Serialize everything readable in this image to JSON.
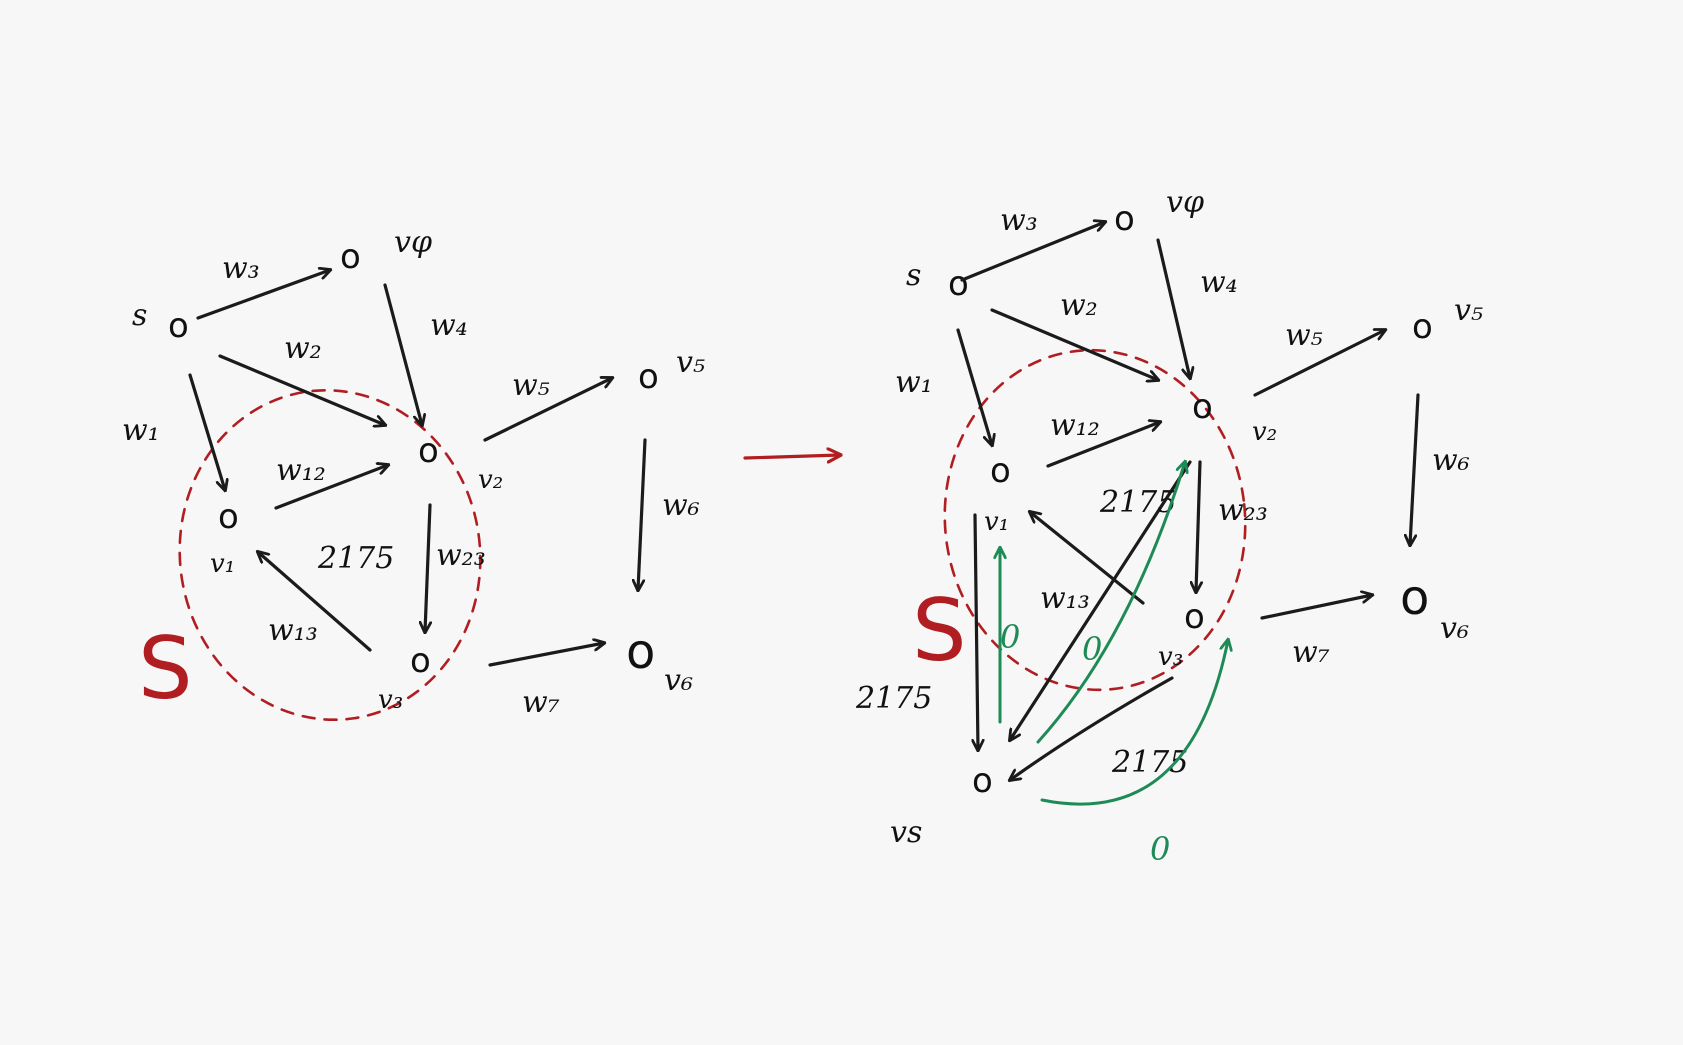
{
  "left": {
    "source": "s",
    "v1": "v₁",
    "v2": "v₂",
    "v3": "v₃",
    "v4": "vφ",
    "v5": "v₅",
    "v6": "v₆",
    "edges": {
      "w1": "w₁",
      "w2": "w₂",
      "w3": "w₃",
      "w4": "w₄",
      "w5": "w₅",
      "w6": "w₆",
      "w7": "w₇",
      "w12": "w₁₂",
      "w13": "w₁₃",
      "w23": "w₂₃"
    },
    "set_label": "S",
    "note": "2175"
  },
  "right": {
    "source": "s",
    "v1": "v₁",
    "v2": "v₂",
    "v3": "v₃",
    "v4": "vφ",
    "v5": "v₅",
    "v6": "v₆",
    "vs": "vs",
    "edges": {
      "w1": "w₁",
      "w2": "w₂",
      "w3": "w₃",
      "w4": "w₄",
      "w5": "w₅",
      "w6": "w₆",
      "w7": "w₇",
      "w12": "w₁₂",
      "w13": "w₁₃",
      "w23": "w₂₃"
    },
    "set_label": "S",
    "big_weight_a": "2175",
    "big_weight_b": "2175",
    "big_weight_c": "2175",
    "zero_a": "0",
    "zero_b": "0",
    "zero_c": "0"
  },
  "colors": {
    "ink": "#1b1b1b",
    "set": "#b01e22",
    "zero_edges": "#1e8a55",
    "background": "#f7f7f7"
  }
}
